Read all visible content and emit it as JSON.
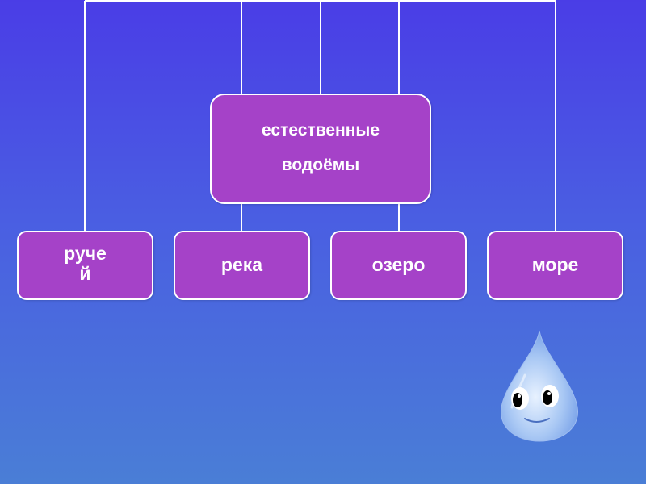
{
  "diagram": {
    "center": {
      "line1": "естественные",
      "line2": "водоёмы"
    },
    "leaves": [
      {
        "label": "руче\nй"
      },
      {
        "label": "река"
      },
      {
        "label": "озеро"
      },
      {
        "label": "море"
      }
    ]
  },
  "colors": {
    "background_top": "#4a3de6",
    "background_bottom": "#4a7ed6",
    "node_fill": "#a542c8",
    "node_border": "#ffffff",
    "connector": "#ffffff"
  },
  "decoration": {
    "icon": "water-drop-mascot-icon"
  }
}
